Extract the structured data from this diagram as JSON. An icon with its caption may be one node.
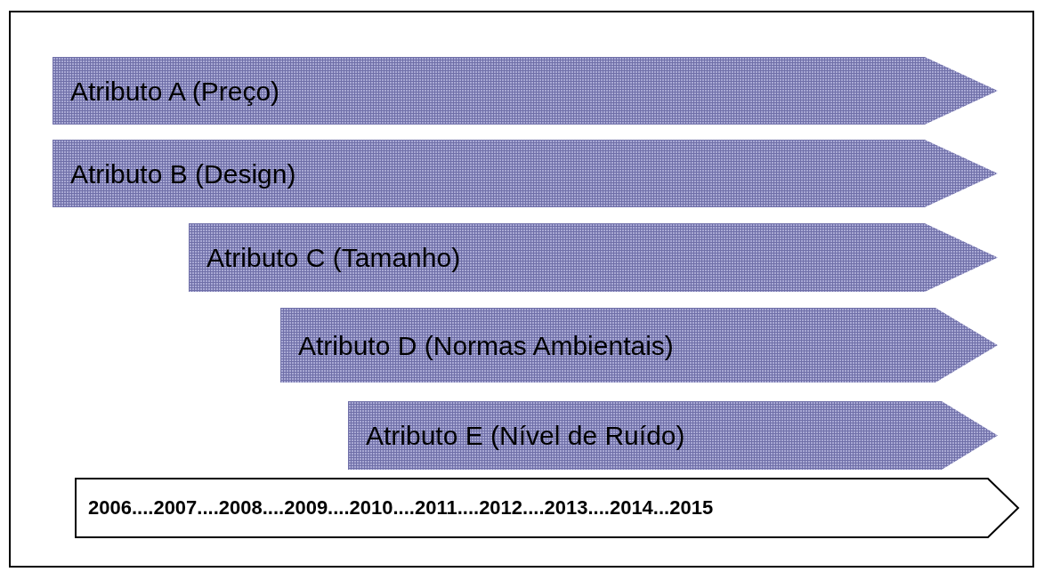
{
  "diagram": {
    "nodes": [
      {
        "text": [
          "Atributo A (Preço)"
        ]
      },
      {
        "text": [
          "Atributo B (Design)"
        ]
      },
      {
        "text": [
          "Atributo C (Tamanho)"
        ]
      },
      {
        "text": [
          "Atributo D (Normas Ambientais)"
        ]
      },
      {
        "text": [
          "Atributo E (Nível de Ruído)"
        ]
      },
      {
        "text": [
          "2006....2007....2008....2009....2010....2011....2012....2013....2014...2015"
        ]
      }
    ]
  }
}
